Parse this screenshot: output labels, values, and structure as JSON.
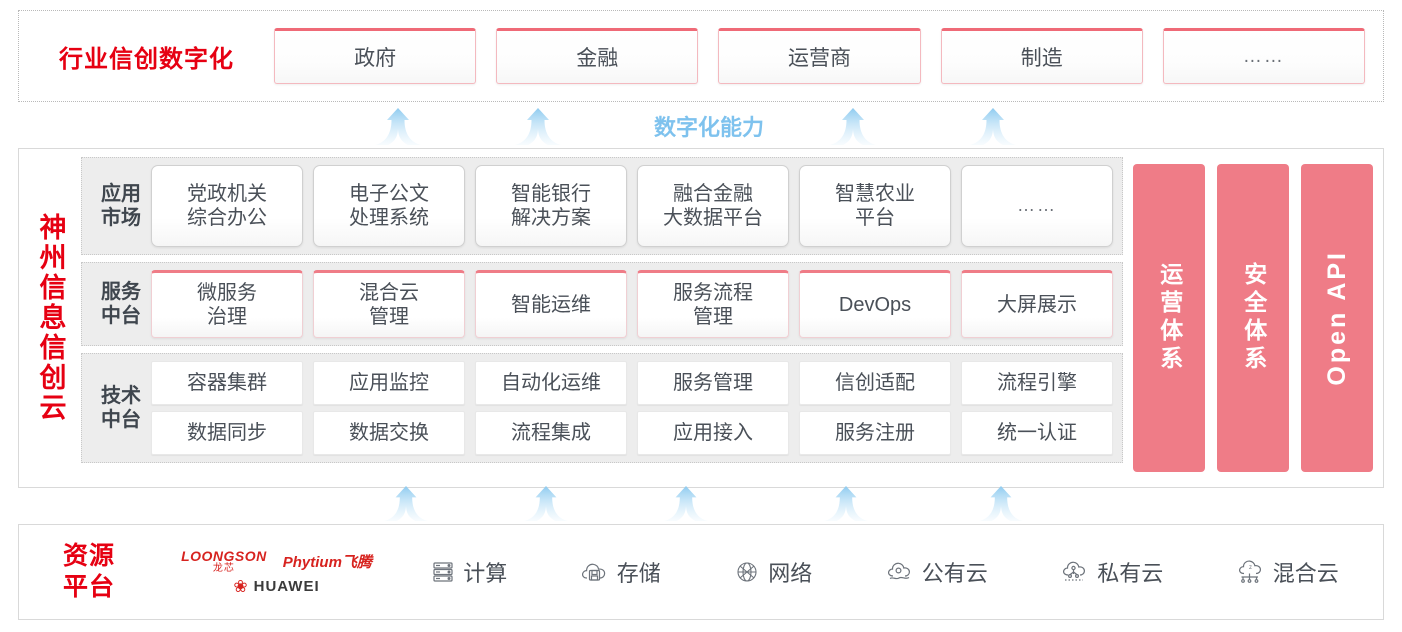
{
  "industry": {
    "title": "行业信创数字化",
    "boxes": [
      {
        "label": "政府"
      },
      {
        "label": "金融"
      },
      {
        "label": "运营商"
      },
      {
        "label": "制造"
      },
      {
        "label": "……"
      }
    ]
  },
  "capability": {
    "label": "数字化能力",
    "arrow_count": 4
  },
  "cloud": {
    "side_title": "神州信息信创云",
    "layers": [
      {
        "label": "应用\n市场",
        "label_line1": "应用",
        "label_line2": "市场",
        "cells": [
          "党政机关\n综合办公",
          "电子公文\n处理系统",
          "智能银行\n解决方案",
          "融合金融\n大数据平台",
          "智慧农业\n平台",
          "……"
        ]
      },
      {
        "label_line1": "服务",
        "label_line2": "中台",
        "cells": [
          "微服务\n治理",
          "混合云\n管理",
          "智能运维",
          "服务流程\n管理",
          "DevOps",
          "大屏展示"
        ]
      },
      {
        "label_line1": "技术",
        "label_line2": "中台",
        "row1": [
          "容器集群",
          "应用监控",
          "自动化运维",
          "服务管理",
          "信创适配",
          "流程引擎"
        ],
        "row2": [
          "数据同步",
          "数据交换",
          "流程集成",
          "应用接入",
          "服务注册",
          "统一认证"
        ]
      }
    ],
    "pillars": [
      {
        "label": "运营体系",
        "latin": false
      },
      {
        "label": "安全体系",
        "latin": false
      },
      {
        "label": "Open API",
        "latin": true
      }
    ]
  },
  "lower_arrows": {
    "count": 5
  },
  "resource": {
    "title_line1": "资源",
    "title_line2": "平台",
    "logos": [
      {
        "name": "loongson",
        "en": "LOONGSON",
        "cn": "龙芯"
      },
      {
        "name": "phytium",
        "text": "Phytium飞腾"
      },
      {
        "name": "huawei",
        "text": "HUAWEI"
      }
    ],
    "items": [
      {
        "icon": "server-icon",
        "label": "计算"
      },
      {
        "icon": "cloud-storage-icon",
        "label": "存储"
      },
      {
        "icon": "network-icon",
        "label": "网络"
      },
      {
        "icon": "public-cloud-icon",
        "label": "公有云"
      },
      {
        "icon": "private-cloud-icon",
        "label": "私有云"
      },
      {
        "icon": "hybrid-cloud-icon",
        "label": "混合云"
      }
    ]
  },
  "colors": {
    "brand_red": "#e60012",
    "accent_pink": "#ef7c87",
    "arrow_blue": "#9fd4f2",
    "capability_blue": "#7ec2ee"
  }
}
